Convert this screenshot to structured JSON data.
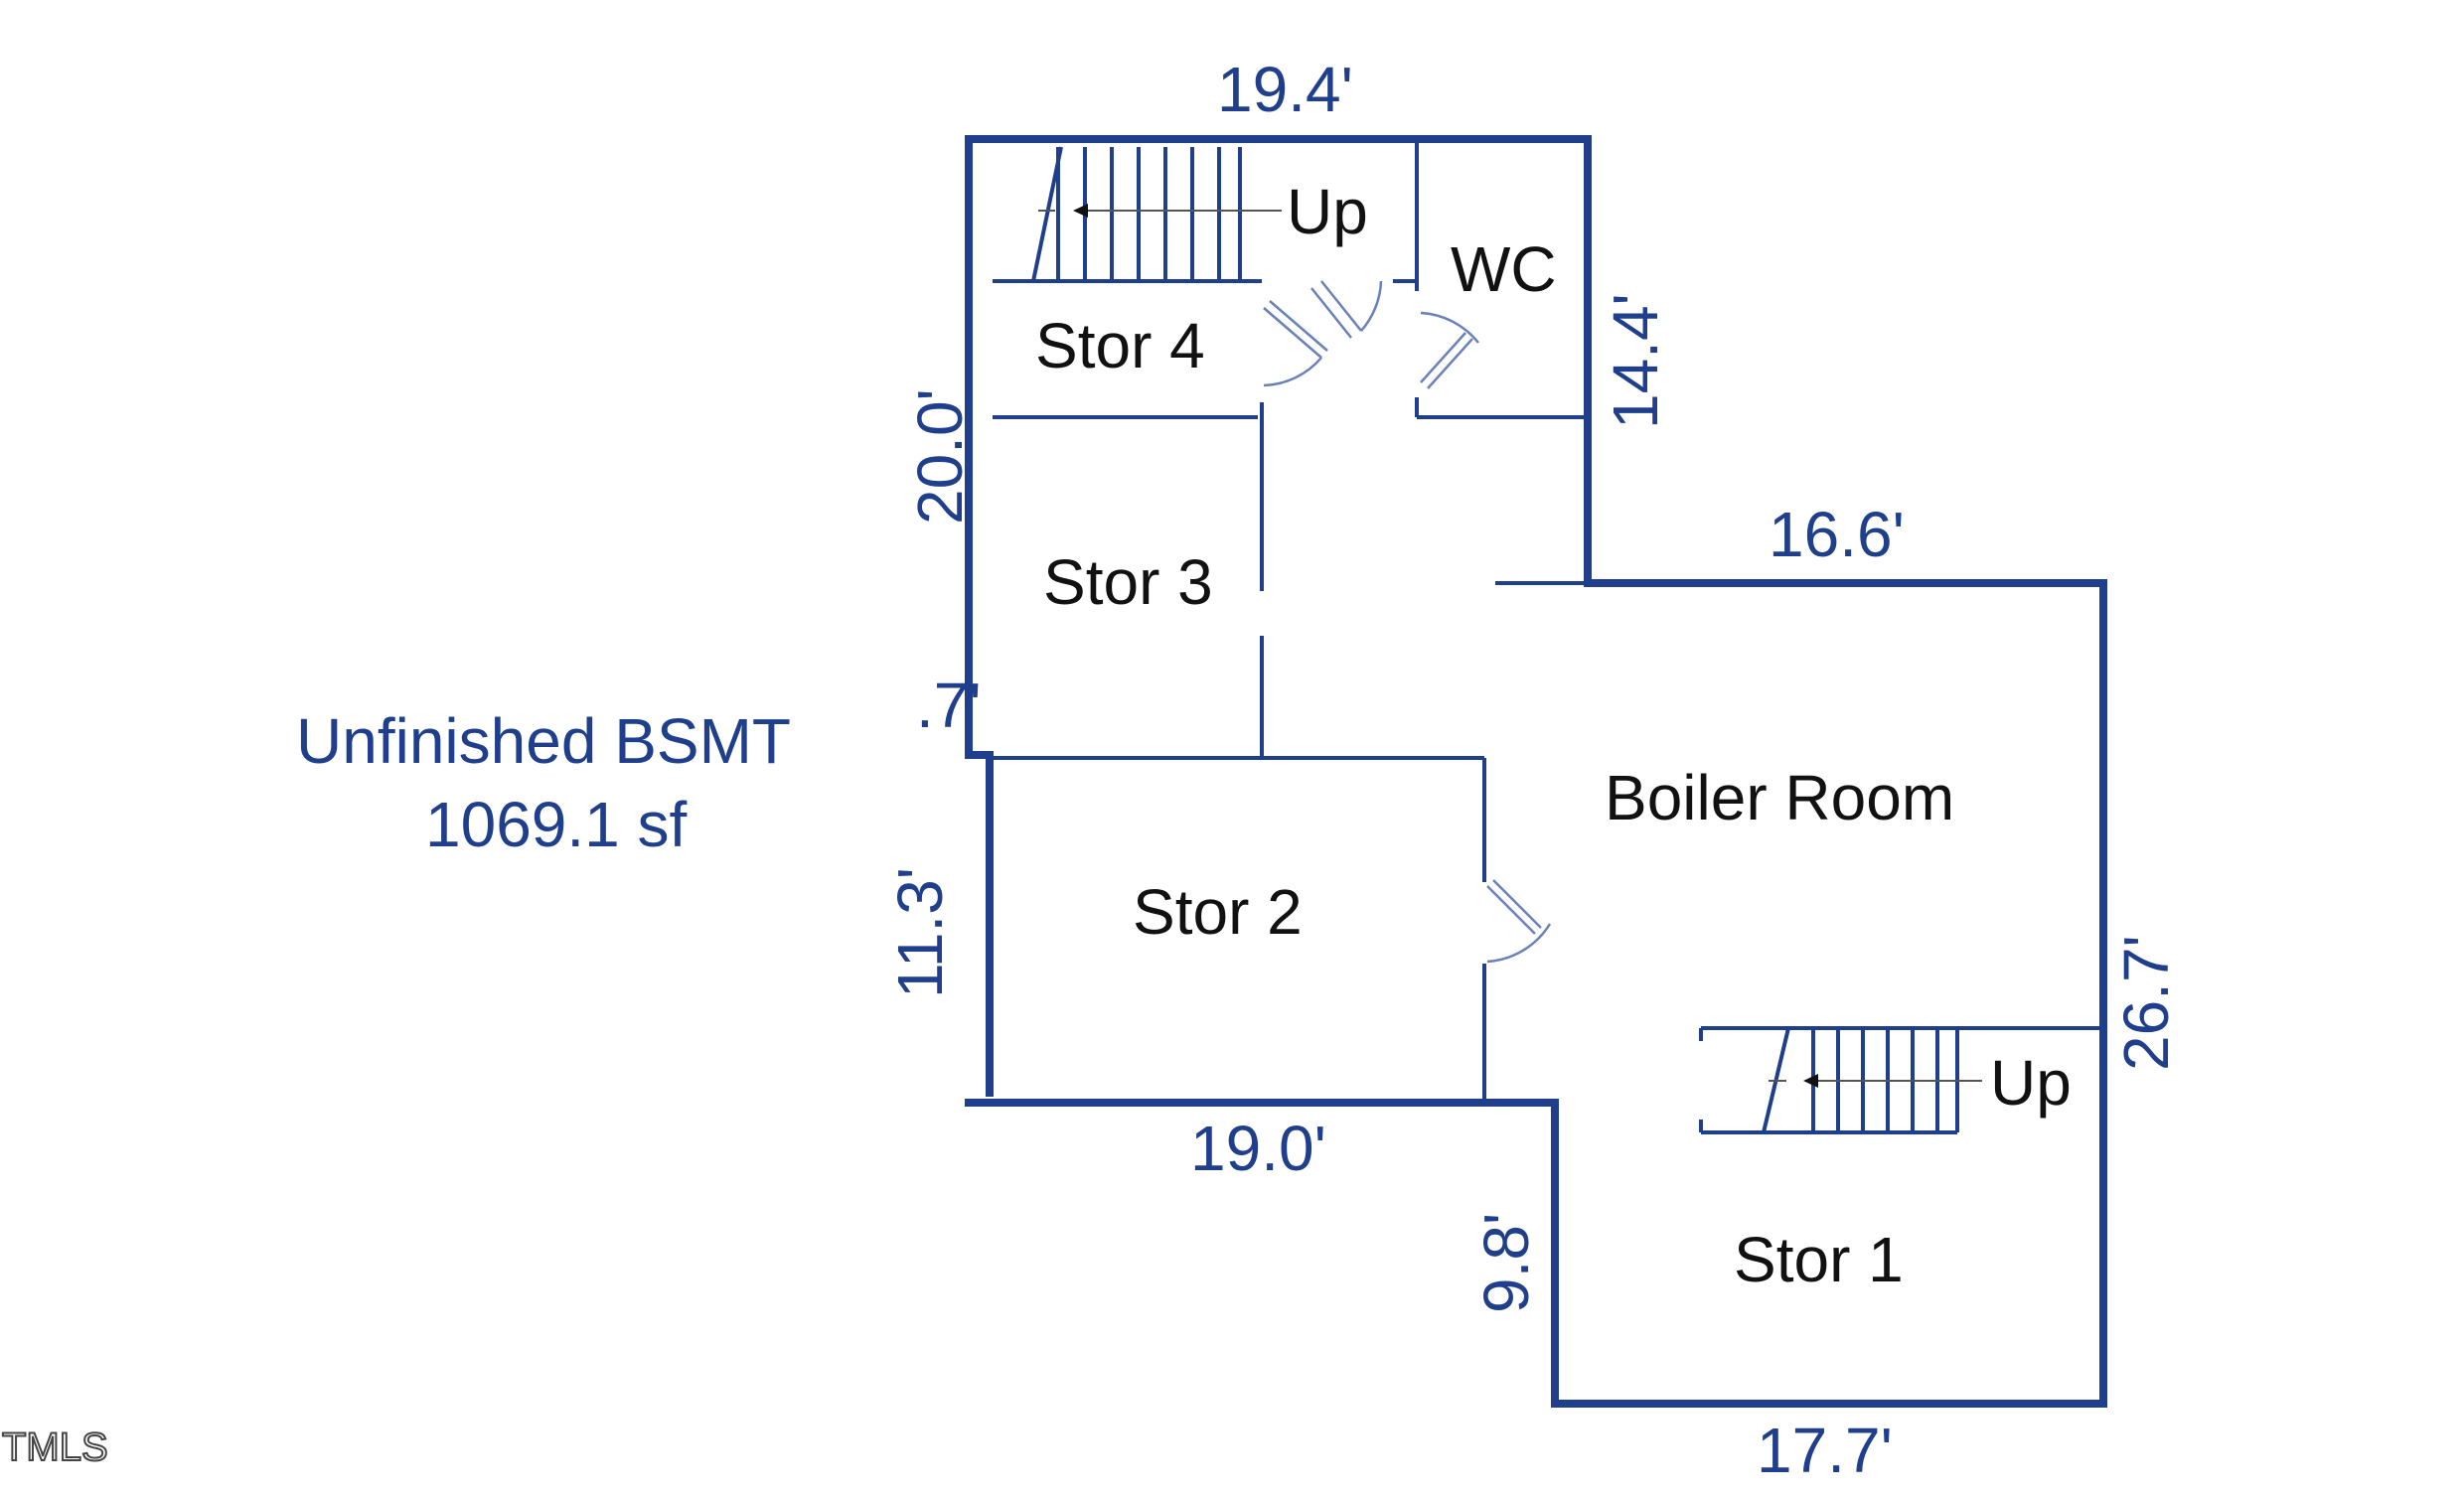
{
  "summary": {
    "label": "Unfinished BSMT",
    "area": "1069.1 sf"
  },
  "rooms": {
    "wc": "WC",
    "stor4": "Stor 4",
    "stor3": "Stor 3",
    "stor2": "Stor 2",
    "stor1": "Stor 1",
    "boiler": "Boiler Room"
  },
  "stairs": {
    "upper_label": "Up",
    "lower_label": "Up"
  },
  "dimensions": {
    "top": "19.4'",
    "right_upper": "14.4'",
    "mid_top": "16.6'",
    "left_upper": "20.0'",
    "small_offset": ".7'",
    "left_lower": "11.3'",
    "bottom_left": "19.0'",
    "right_full": "26.7'",
    "step_left": "9.8'",
    "bottom_right": "17.7'"
  },
  "watermark": "TMLS",
  "colors": {
    "wall": "#1f3f8c",
    "text": "#111111",
    "door": "#6a80b8"
  }
}
